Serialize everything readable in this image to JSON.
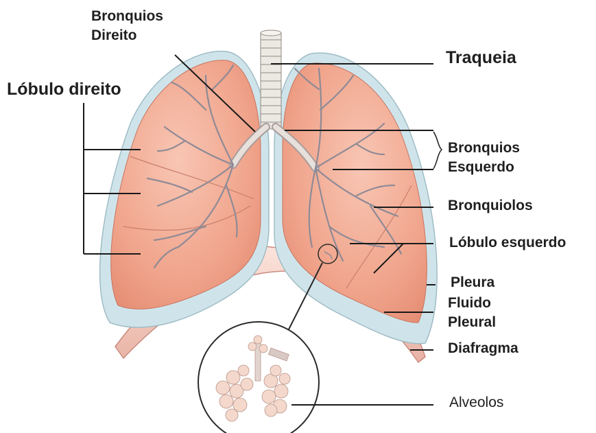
{
  "labels": {
    "bronquios_direito_line1": "Bronquios",
    "bronquios_direito_line2": "Direito",
    "lobulo_direito": "Lóbulo direito",
    "traqueia": "Traqueia",
    "bronquios_esquerdo_line1": "Bronquios",
    "bronquios_esquerdo_line2": "Esquerdo",
    "bronquiolos": "Bronquiolos",
    "lobulo_esquerdo": "Lóbulo esquerdo",
    "pleura": "Pleura",
    "fluido_pleural_line1": "Fluido",
    "fluido_pleural_line2": "Pleural",
    "diafragma": "Diafragma",
    "alveolos": "Alveolos"
  },
  "colors": {
    "lung_fill": "#f2a992",
    "lung_highlight": "#f7c4b2",
    "pleura": "#cfe4ea",
    "bronchi": "#b7a6a6",
    "trachea": "#e9e4de",
    "diaphragm": "#f6d9d2",
    "alveoli": "#f2d9cc",
    "leader_line": "#1a1a1a"
  }
}
